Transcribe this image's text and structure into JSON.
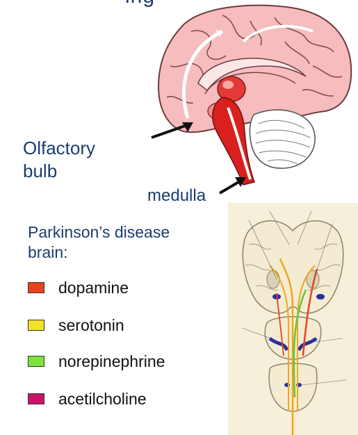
{
  "title_partial": "ing",
  "labels": {
    "olfactory": "Olfactory bulb",
    "medulla": "medulla"
  },
  "legend": {
    "heading": "Parkinson’s disease brain:",
    "items": [
      {
        "label": "dopamine",
        "color": "#e8431e"
      },
      {
        "label": "serotonin",
        "color": "#f2e12a"
      },
      {
        "label": "norepinephrine",
        "color": "#7ee33c"
      },
      {
        "label": "acetilcholine",
        "color": "#c8136c"
      }
    ]
  },
  "colors": {
    "label_text": "#1b3d6e",
    "brain_pink": "#f5b9bb",
    "brainstem_red": "#d8201e",
    "cerebellum": "#ffffff",
    "pathway_blue": "#1f2f9a"
  }
}
